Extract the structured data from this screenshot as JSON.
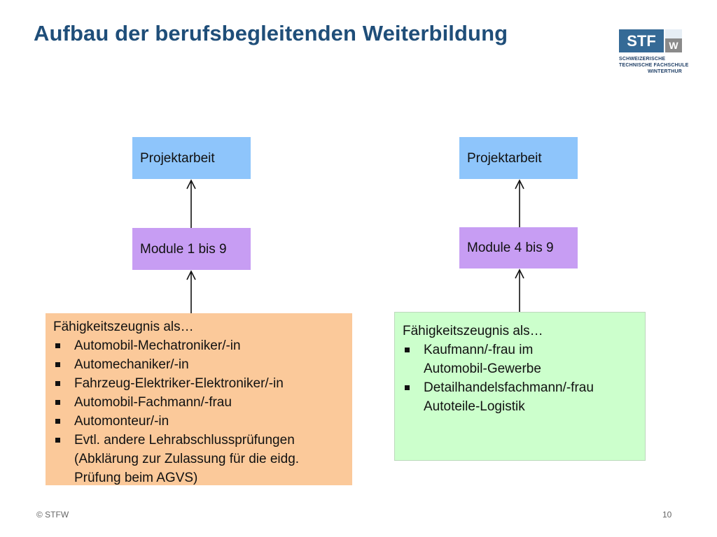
{
  "title": "Aufbau der berufsbegleitenden Weiterbildung",
  "logo": {
    "main": "STF",
    "letter": "W",
    "line1": "SCHWEIZERISCHE",
    "line2": "TECHNISCHE FACHSCHULE",
    "line3": "WINTERTHUR"
  },
  "left": {
    "top_box": "Projektarbeit",
    "middle_box": "Module 1 bis 9",
    "bottom_box": {
      "heading": "Fähigkeitszeugnis als…",
      "items": [
        "Automobil-Mechatroniker/-in",
        "Automechaniker/-in",
        "Fahrzeug-Elektriker-Elektroniker/-in",
        "Automobil-Fachmann/-frau",
        "Automonteur/-in",
        "Evtl. andere Lehrabschlussprüfungen (Abklärung zur Zulassung für die eidg. Prüfung beim AGVS)"
      ]
    }
  },
  "right": {
    "top_box": "Projektarbeit",
    "middle_box": "Module 4 bis 9",
    "bottom_box": {
      "heading": "Fähigkeitszeugnis als…",
      "items": [
        "Kaufmann/-frau im Automobil-Gewerbe",
        "Detailhandelsfachmann/-frau Autoteile-Logistik"
      ]
    }
  },
  "footer": {
    "copyright": "© STFW",
    "page_number": "10"
  },
  "colors": {
    "title": "#1f4e79",
    "projektarbeit": "#8ec5fb",
    "module": "#c79df3",
    "left_base": "#fbc99a",
    "right_base": "#ccffcc"
  }
}
